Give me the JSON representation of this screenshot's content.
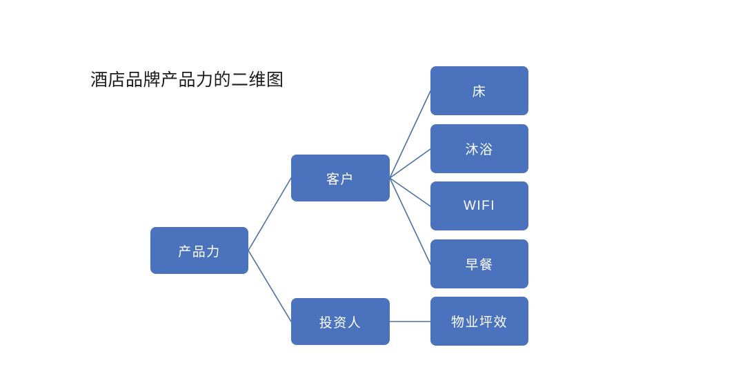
{
  "page": {
    "title": "酒店品牌产品力的二维图",
    "background_color": "#ffffff",
    "title_color": "#1c1c1c"
  },
  "theme": {
    "node_fill": "#4a72bd",
    "node_text_color": "#ffffff",
    "connector_color": "#4a6fa8"
  },
  "diagram": {
    "type": "tree",
    "root": {
      "id": "root",
      "label": "产品力"
    },
    "branches": [
      {
        "id": "customer",
        "label": "客户"
      },
      {
        "id": "investor",
        "label": "投资人"
      }
    ],
    "leaves": [
      {
        "id": "bed",
        "label": "床",
        "parent": "customer"
      },
      {
        "id": "bath",
        "label": "沐浴",
        "parent": "customer"
      },
      {
        "id": "wifi",
        "label": "WIFI",
        "parent": "customer"
      },
      {
        "id": "breakfast",
        "label": "早餐",
        "parent": "customer"
      },
      {
        "id": "property",
        "label": "物业坪效",
        "parent": "investor"
      }
    ],
    "connections": [
      {
        "from": "root",
        "to": "customer"
      },
      {
        "from": "root",
        "to": "investor"
      },
      {
        "from": "customer",
        "to": "bed"
      },
      {
        "from": "customer",
        "to": "bath"
      },
      {
        "from": "customer",
        "to": "wifi"
      },
      {
        "from": "customer",
        "to": "breakfast"
      },
      {
        "from": "investor",
        "to": "property"
      }
    ]
  }
}
